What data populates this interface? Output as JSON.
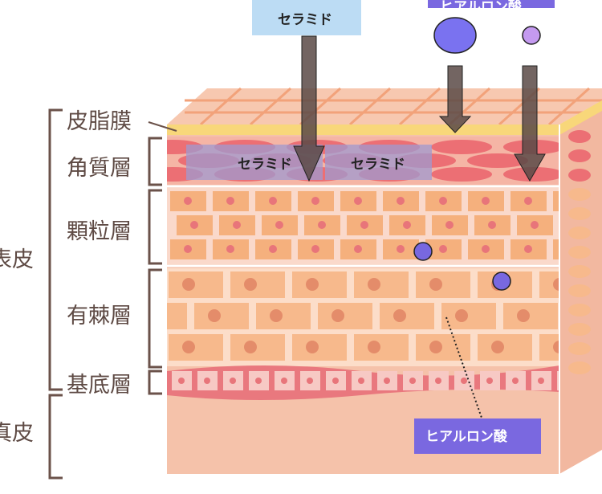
{
  "labels": {
    "sebum": "皮脂膜",
    "corneum": "角質層",
    "granular": "顆粒層",
    "spinous": "有棘層",
    "basal": "基底層",
    "epidermis": "表皮",
    "dermis": "真皮"
  },
  "tags": {
    "ceramide_top": "セラミド",
    "ceramide_left": "セラミド",
    "ceramide_right": "セラミド",
    "hyaluronic_top": "ヒアルロン酸",
    "hyaluronic_bottom": "ヒアルロン酸"
  },
  "colors": {
    "bracket": "#6b524a",
    "ceramide_box": "#bcdcf4",
    "hyaluronic_box": "#7a68e0",
    "sebum": "#f8d77a",
    "arrow": "#6b5a55"
  }
}
